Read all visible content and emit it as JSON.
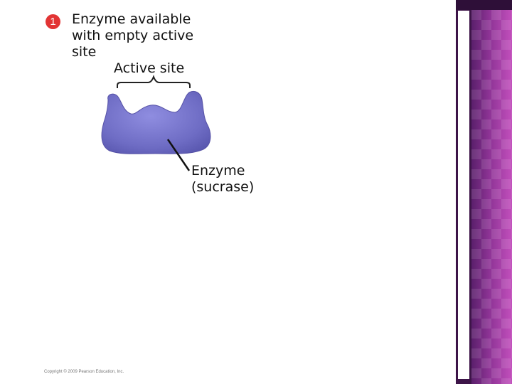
{
  "step": {
    "number": "1",
    "color": "#e23434"
  },
  "caption": "Enzyme available with empty active site",
  "labels": {
    "active_site": "Active site",
    "enzyme_line1": "Enzyme",
    "enzyme_line2": "(sucrase)"
  },
  "copyright": "Copyright © 2009 Pearson Education, Inc.",
  "colors": {
    "enzyme": "#6e6cc4",
    "enzyme_highlight": "#8f8de0",
    "accent_bar": "#c24fbc",
    "accent_dark": "#3d1448"
  }
}
